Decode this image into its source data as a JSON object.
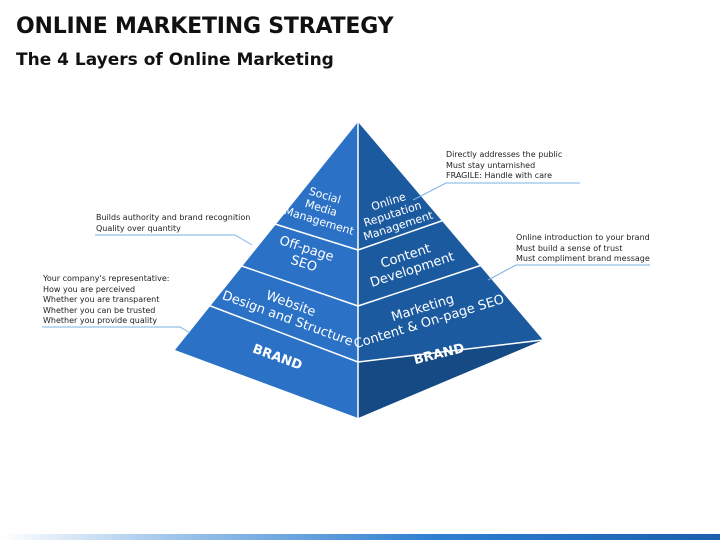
{
  "title": "ONLINE MARKETING STRATEGY",
  "subtitle": "The 4 Layers of Online Marketing",
  "pyramid": {
    "left_face": {
      "layer1": [
        "Social",
        "Media",
        "Management"
      ],
      "layer2": [
        "Off-page",
        "SEO"
      ],
      "layer3": [
        "Website",
        "Design and Structure"
      ],
      "base": "BRAND"
    },
    "right_face": {
      "layer1": [
        "Online",
        "Reputation",
        "Management"
      ],
      "layer2": [
        "Content",
        "Development"
      ],
      "layer3": [
        "Marketing",
        "Content & On-page SEO"
      ],
      "base": "BRAND"
    }
  },
  "notes": {
    "top_right": [
      "Directly addresses the public",
      "Must stay untarnished",
      "FRAGILE: Handle with care"
    ],
    "mid_left": [
      "Builds authority and brand recognition",
      "Quality over quantity"
    ],
    "mid_right": [
      "Online introduction to your brand",
      "Must build a sense of trust",
      "Must compliment brand message"
    ],
    "low_left": [
      "Your company's representative:",
      "How you are perceived",
      "Whether you are transparent",
      "Whether you can be trusted",
      "Whether you provide quality"
    ]
  },
  "colors": {
    "left_face": "#2b72c7",
    "right_face": "#1c5aa0",
    "right_base": "#164a85",
    "divider": "#ffffff",
    "leader": "#7fb2e3"
  }
}
